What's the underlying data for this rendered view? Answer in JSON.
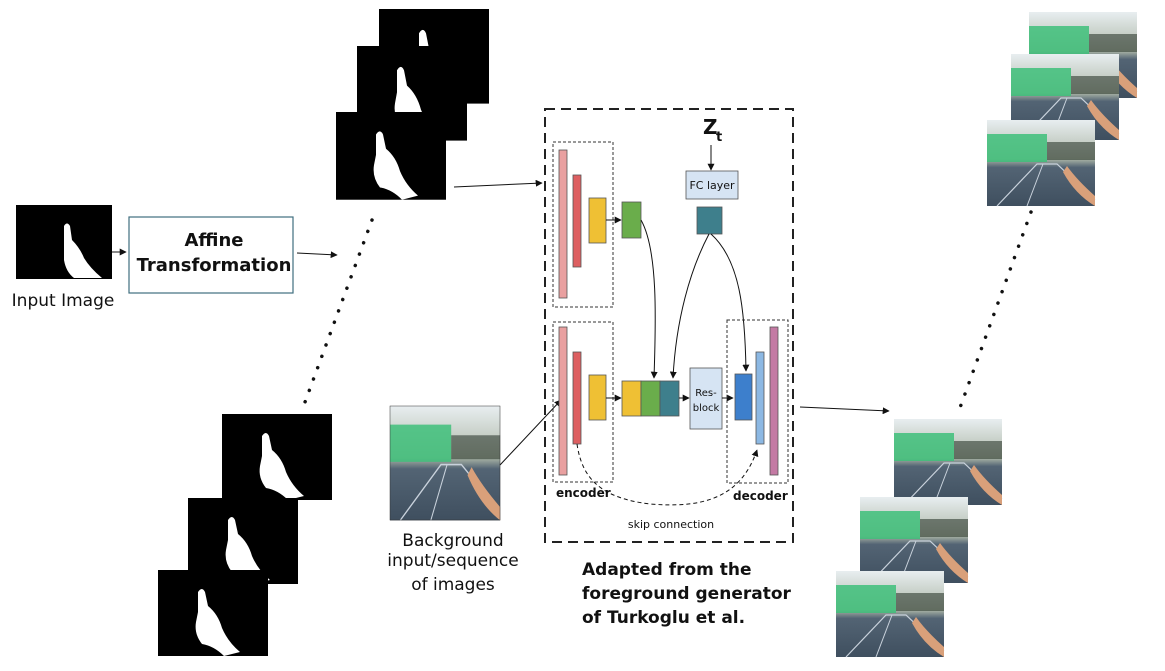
{
  "input_label": "Input Image",
  "affine_label_line1": "Affine",
  "affine_label_line2": "Transformation",
  "background_label": [
    "Background",
    "input/sequence",
    "of images"
  ],
  "z_symbol": "Z",
  "z_subscript": "t",
  "fc_layer_label": "FC layer",
  "resblock_label_line1": "Res-",
  "resblock_label_line2": "block",
  "encoder_label": "encoder",
  "decoder_label": "decoder",
  "skip_label": "skip connection",
  "caption": [
    "Adapted from the",
    "foreground generator",
    "of Turkoglu et al."
  ],
  "colors": {
    "pink_bar": "#e9a0a0",
    "red_bar": "#dd5f61",
    "yellow": "#efc034",
    "green": "#6aad4b",
    "teal": "#3e7f8c",
    "blue": "#3d7fcc",
    "light_blue": "#8cb8e3",
    "mauve": "#c47aa4",
    "box_fill": "#d6e4f3"
  }
}
